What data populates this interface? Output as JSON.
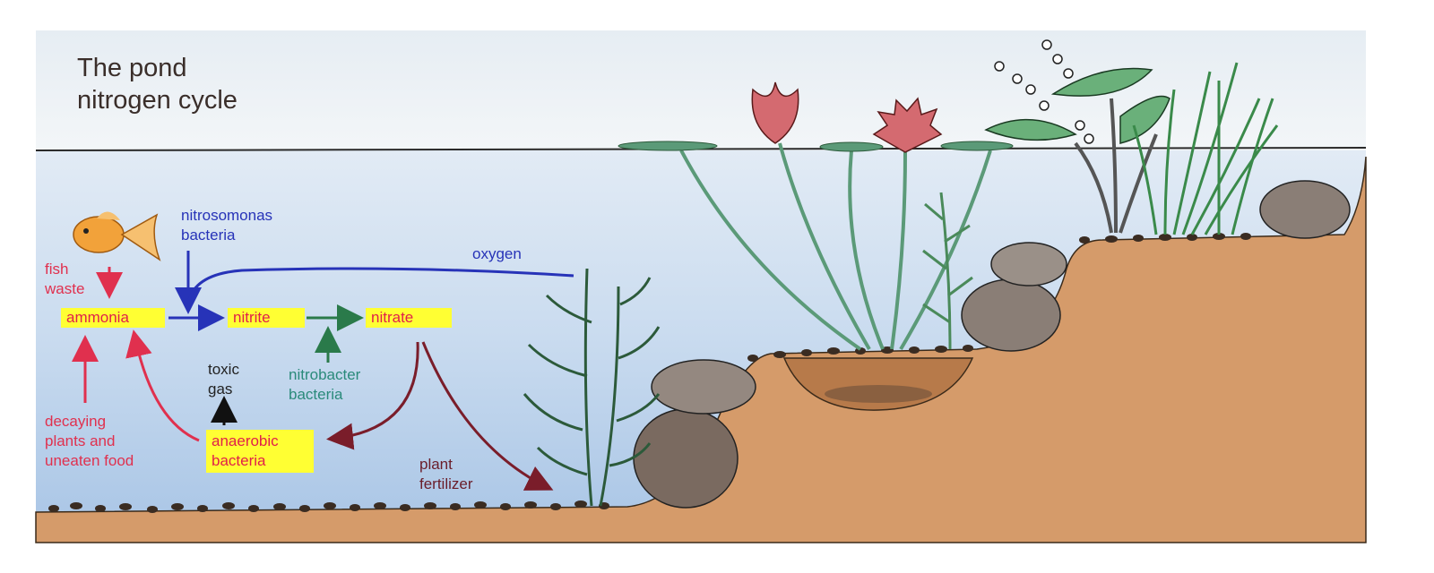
{
  "title": {
    "line1": "The pond",
    "line2": "nitrogen cycle"
  },
  "nodes": {
    "ammonia": "ammonia",
    "nitrite": "nitrite",
    "nitrate": "nitrate",
    "anaerobic_line1": "anaerobic",
    "anaerobic_line2": "bacteria"
  },
  "labels": {
    "fish_waste_1": "fish",
    "fish_waste_2": "waste",
    "nitrosomonas_1": "nitrosomonas",
    "nitrosomonas_2": "bacteria",
    "oxygen": "oxygen",
    "nitrobacter_1": "nitrobacter",
    "nitrobacter_2": "bacteria",
    "toxic_1": "toxic",
    "toxic_2": "gas",
    "decaying_1": "decaying",
    "decaying_2": "plants and",
    "decaying_3": "uneaten food",
    "fertilizer_1": "plant",
    "fertilizer_2": "fertilizer"
  },
  "colors": {
    "sky_top": "#e8eef4",
    "water": "#c6d8ee",
    "soil": "#d49a6a",
    "box_fill": "#ffff33",
    "box_text": "#e0204a",
    "nitrosomonas": "#2733b8",
    "nitrobacter": "#2a8a7a",
    "waste_arrows": "#e0304e",
    "fertilizer_arrows": "#7a1d2a"
  }
}
